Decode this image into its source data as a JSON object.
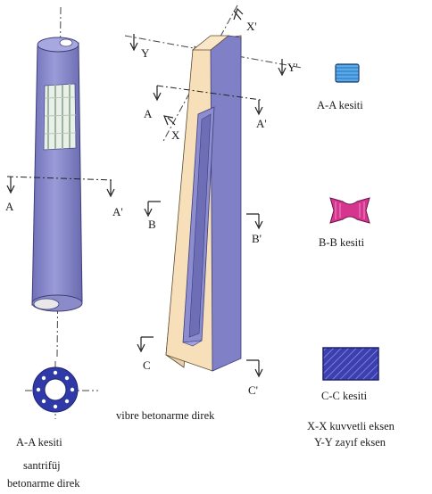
{
  "labels": {
    "left_cut_a": "A",
    "left_cut_a_prime": "A'",
    "x_top": "X'",
    "x_bottom": "X",
    "y_left": "Y",
    "y_right": "Y'",
    "mid_a": "A",
    "mid_a_prime": "A'",
    "mid_b": "B",
    "mid_b_prime": "B'",
    "mid_c": "C",
    "mid_c_prime": "C'"
  },
  "captions": {
    "centrifugal_section": "A-A kesiti",
    "centrifugal_name_line1": "santrifüj",
    "centrifugal_name_line2": "betonarme direk",
    "vibrated_name": "vibre betonarme direk",
    "section_a": "A-A kesiti",
    "section_b": "B-B kesiti",
    "section_c": "C-C kesiti",
    "axis_strong": "X-X kuvvetli eksen",
    "axis_weak": "Y-Y zayıf eksen"
  },
  "colors": {
    "pole_body": "#7f80c6",
    "pole_highlight": "#b7b8e6",
    "concrete_face": "#f6dcb6",
    "section_a_fill": "#3a8fd6",
    "section_b_fill": "#d6358f",
    "section_c_fill": "#3b3fb0"
  }
}
